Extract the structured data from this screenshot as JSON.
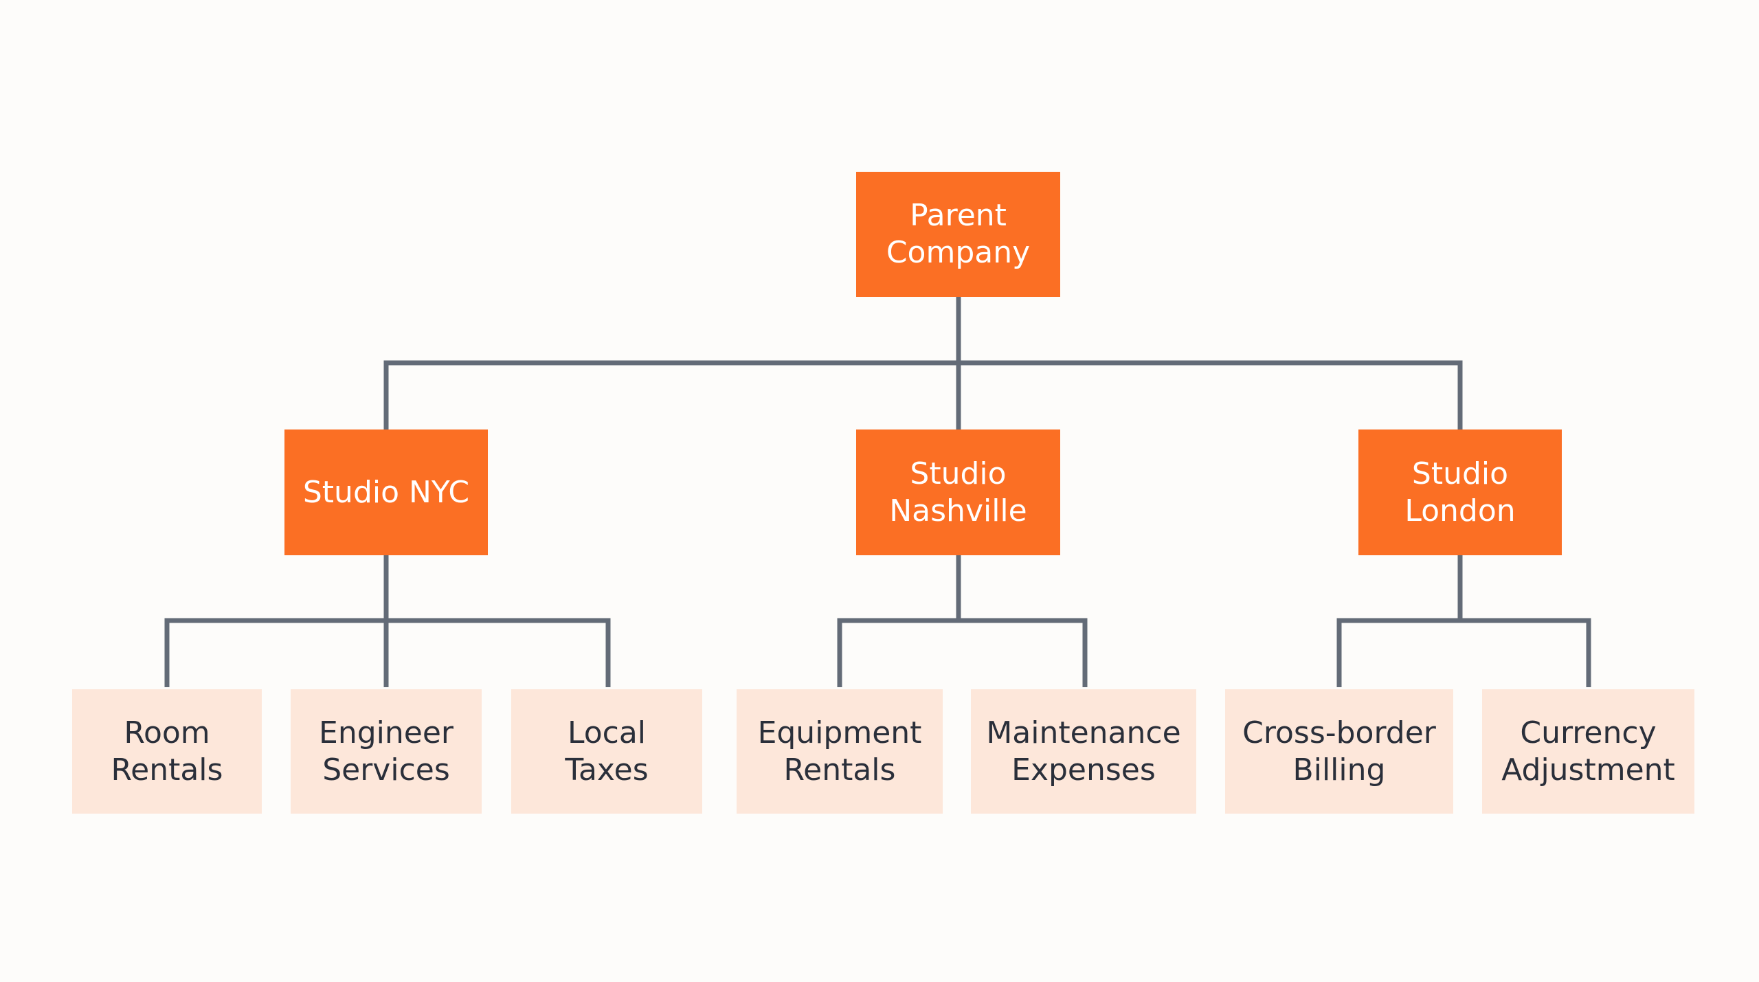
{
  "colors": {
    "primary_fill": "#fb6f24",
    "secondary_fill": "#fde7da",
    "connector": "#636b77",
    "background": "#fdfcfa"
  },
  "nodes": {
    "root": {
      "label": "Parent\nCompany"
    },
    "studio_nyc": {
      "label": "Studio NYC"
    },
    "studio_nashville": {
      "label": "Studio\nNashville"
    },
    "studio_london": {
      "label": "Studio\nLondon"
    },
    "room_rentals": {
      "label": "Room\nRentals"
    },
    "engineer_services": {
      "label": "Engineer\nServices"
    },
    "local_taxes": {
      "label": "Local\nTaxes"
    },
    "equipment_rentals": {
      "label": "Equipment\nRentals"
    },
    "maintenance_expenses": {
      "label": "Maintenance\nExpenses"
    },
    "cross_border_billing": {
      "label": "Cross-border\nBilling"
    },
    "currency_adjustment": {
      "label": "Currency\nAdjustment"
    }
  }
}
